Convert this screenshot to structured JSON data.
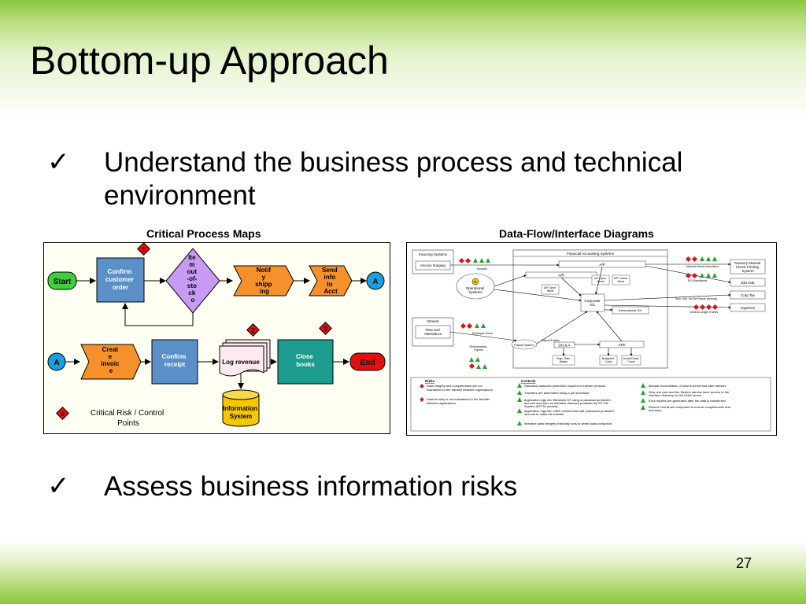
{
  "slide": {
    "title": "Bottom-up Approach",
    "bullet1": "Understand the business process and technical environment",
    "bullet2": "Assess business information risks",
    "page_number": "27",
    "check_glyph": "✓"
  },
  "left_diagram": {
    "caption": "Critical Process Maps",
    "start": "Start",
    "end": "End",
    "connector": "A",
    "confirm_order": [
      "Confirm",
      "customer",
      "order"
    ],
    "decision": [
      "Ite",
      "m",
      "out",
      "-of-",
      "sto",
      "ck",
      "o"
    ],
    "notify": [
      "Notif",
      "y",
      "shipp",
      "ing"
    ],
    "send_info": [
      "Send",
      "info",
      "to",
      "Acct"
    ],
    "create_invoice": [
      "Creat",
      "e",
      "invoic",
      "e"
    ],
    "confirm_receipt": [
      "Confirm",
      "receipt"
    ],
    "log_revenue": "Log revenue",
    "close_books": [
      "Close",
      "books"
    ],
    "info_system": [
      "Information",
      "System"
    ],
    "risk_1": "1",
    "risk_2": "2",
    "risk_3": "3",
    "legend_marker": "#",
    "legend_label": [
      "Critical Risk / Control",
      "Points"
    ]
  },
  "right_diagram": {
    "caption": "Data-Flow/Interface Diagrams",
    "invoicing_systems": "Invoicing Systems",
    "invoice_imaging": "Invoice Imaging",
    "financial_systems": "Financial Accounting Systems",
    "ap": "A/P",
    "ar": "A/R",
    "operational_systems": [
      "Operational",
      "Systems"
    ],
    "marker_c": "C",
    "ap_open_items": [
      "A/P Open",
      "Items"
    ],
    "ap_closed_items": [
      "A/P Closed",
      "Items"
    ],
    "ar_open_items": [
      "A/R Open",
      "Items"
    ],
    "corporate_gl": [
      "Corporate",
      "G/L"
    ],
    "international_gl": "International G/L",
    "treasury": [
      "Treasury Manual",
      "Check Printing",
      "System"
    ],
    "edi_hub": "EDI Hub",
    "corp_tax": "Corp Tax",
    "hyperion": "Hyperion",
    "intranet": "Intranet",
    "time_attendance": [
      "Time and",
      "Attendance"
    ],
    "payroll_system": "Payroll System",
    "do_a": "DO & A",
    "afe": "AFE",
    "orgn_rate_master": [
      "Orgn. Rate",
      "Master"
    ],
    "budgeted_costs": [
      "Budgeted",
      "Costs"
    ],
    "actual_costs": [
      "Actual Detail",
      "Costs"
    ],
    "risks_header": "Risks",
    "controls_header": "Controls",
    "risks": [
      [
        "Data integrity and completeness are not",
        "maintained in the transfer between applications."
      ],
      [
        "Data security is not maintained in the transfer",
        "between applications."
      ]
    ],
    "controls_left": [
      [
        "Standard password protection required in transfer protocol."
      ],
      [
        "Transfers are automated using a job scheduler."
      ],
      [
        "Application logs into Windows NT using a password-protected",
        "account and uses an interface directory protected by NT File",
        "System (NTFS) security."
      ],
      [
        "Application logs into UNIX environment with password protected",
        "account to make the transfer."
      ],
      [
        "Interface uses integrity checking tools to detect data corruption."
      ]
    ],
    "controls_right": [
      [
        "Manual reconciliation of data is performed after transfer."
      ],
      [
        "Only one user and the System admins have access to the",
        "interface directory on the UNIX server."
      ],
      [
        "Error reports are generated after the data is transferred."
      ],
      [
        "Record Counts are compared to ensure completeness and",
        "accuracy."
      ]
    ],
    "flow_labels": {
      "invoices": "Invoices",
      "manual_check": "Manual Check Information",
      "edi_remittance": "EDI Remittance",
      "sum_info_tax": "Sum. Info. for Tax Return (Annual)",
      "general_ledger": "General Ledger Entries",
      "employee_hours": "Employee Hours",
      "payroll_entries": "Payroll Entries",
      "remuneration": [
        "Remuneration",
        "Figures"
      ]
    }
  }
}
